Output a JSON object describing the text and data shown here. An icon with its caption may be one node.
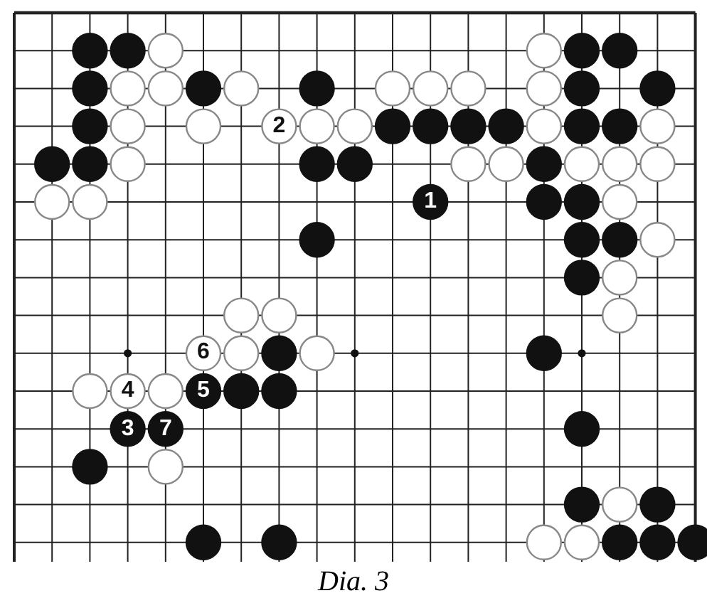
{
  "diagram": {
    "caption": "Dia. 3",
    "labels": [
      "2",
      "1",
      "6",
      "4",
      "5",
      "3",
      "7"
    ]
  }
}
